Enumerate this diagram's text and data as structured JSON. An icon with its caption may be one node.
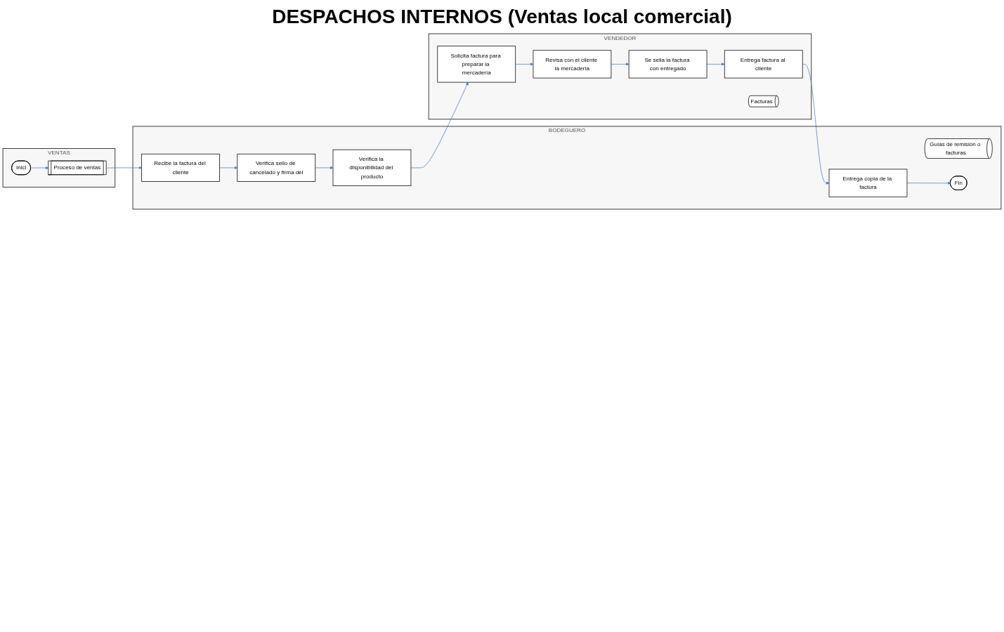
{
  "diagram": {
    "title": "DESPACHOS INTERNOS (Ventas local comercial)",
    "nodes": [
      {
        "text": [
          "VENTAS"
        ]
      },
      {
        "text": [
          "Inici"
        ],
        "in": 0
      },
      {
        "text": [
          "Proceso de ventas"
        ],
        "in": 0
      },
      {
        "text": [
          "BODEGUERO"
        ]
      },
      {
        "text": [
          "Recibe la factura del cliente"
        ],
        "in": 3
      },
      {
        "text": [
          "Verifica sello de cancelado y firma del"
        ],
        "in": 3
      },
      {
        "text": [
          "Verifica la disponibilidad del producto"
        ],
        "in": 3
      },
      {
        "text": [
          "Entrega copia de la factura"
        ],
        "in": 3
      },
      {
        "text": [
          "Guías de remisión o facturas"
        ],
        "in": 3
      },
      {
        "text": [
          "Fin"
        ],
        "in": 3
      },
      {
        "text": [
          "VENDEDOR"
        ]
      },
      {
        "text": [
          "Solicita factura para preparar la mercadería"
        ],
        "in": 10
      },
      {
        "text": [
          "Revisa con el cliente la mercadería"
        ],
        "in": 10
      },
      {
        "text": [
          "Se sella la factura con entregado"
        ],
        "in": 10
      },
      {
        "text": [
          "Entrega factura al cliente"
        ],
        "in": 10
      },
      {
        "text": [
          "Facturas"
        ],
        "in": 10
      }
    ],
    "edges": [
      {
        "from": 1,
        "to": 2,
        "arrow": "to"
      },
      {
        "from": 2,
        "to": 4,
        "arrow": "to"
      },
      {
        "from": 4,
        "to": 5,
        "arrow": "to"
      },
      {
        "from": 5,
        "to": 6,
        "arrow": "to"
      },
      {
        "from": 6,
        "to": 11,
        "arrow": "to"
      },
      {
        "from": 11,
        "to": 12,
        "arrow": "to"
      },
      {
        "from": 12,
        "to": 13,
        "arrow": "to"
      },
      {
        "from": 13,
        "to": 14,
        "arrow": "to"
      },
      {
        "from": 14,
        "to": 7,
        "arrow": "to"
      },
      {
        "from": 7,
        "to": 9,
        "arrow": "to"
      }
    ]
  }
}
